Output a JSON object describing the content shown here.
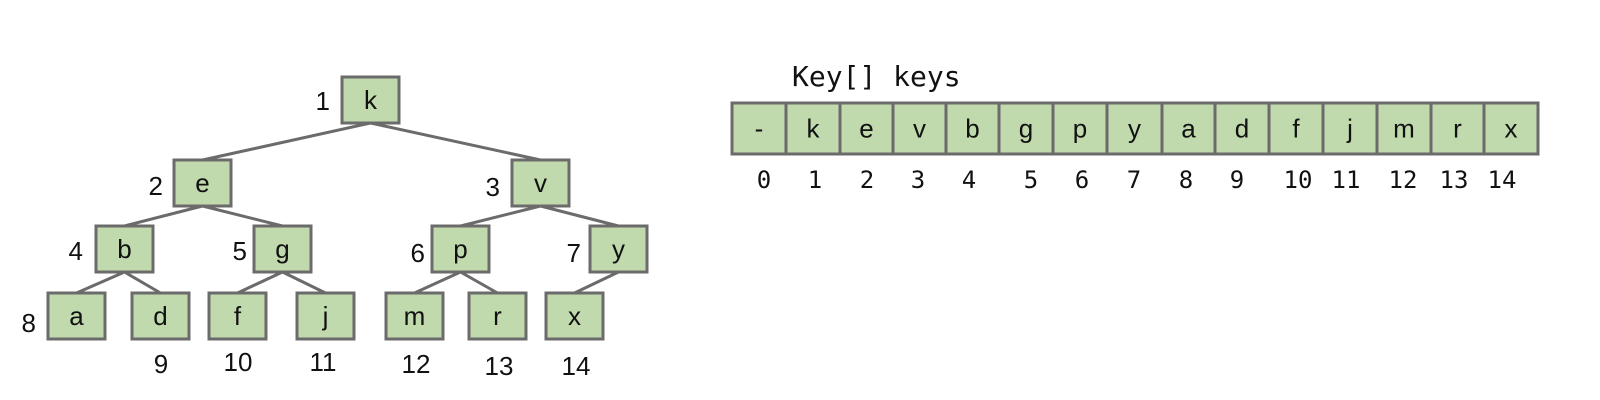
{
  "colors": {
    "node_fill": "#c0d9ad",
    "node_stroke": "#6b6b6b",
    "edge": "#6b6b6b",
    "text": "#111111"
  },
  "array": {
    "title": "Key[] keys",
    "cells": [
      "-",
      "k",
      "e",
      "v",
      "b",
      "g",
      "p",
      "y",
      "a",
      "d",
      "f",
      "j",
      "m",
      "r",
      "x"
    ],
    "indices": [
      "0",
      "1",
      "2",
      "3",
      "4",
      "5",
      "6",
      "7",
      "8",
      "9",
      "10",
      "11",
      "12",
      "13",
      "14"
    ]
  },
  "tree": {
    "nodes": [
      {
        "index": "1",
        "key": "k"
      },
      {
        "index": "2",
        "key": "e"
      },
      {
        "index": "3",
        "key": "v"
      },
      {
        "index": "4",
        "key": "b"
      },
      {
        "index": "5",
        "key": "g"
      },
      {
        "index": "6",
        "key": "p"
      },
      {
        "index": "7",
        "key": "y"
      },
      {
        "index": "8",
        "key": "a"
      },
      {
        "index": "9",
        "key": "d"
      },
      {
        "index": "10",
        "key": "f"
      },
      {
        "index": "11",
        "key": "j"
      },
      {
        "index": "12",
        "key": "m"
      },
      {
        "index": "13",
        "key": "r"
      },
      {
        "index": "14",
        "key": "x"
      }
    ]
  }
}
